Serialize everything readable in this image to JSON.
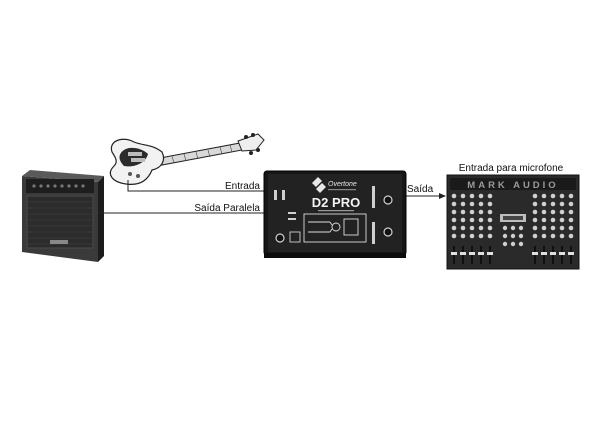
{
  "labels": {
    "input": "Entrada",
    "parallel_out": "Saída Paralela",
    "output": "Saída",
    "mic_input": "Entrada para microfone"
  },
  "di_box": {
    "brand": "Overtone",
    "model": "D2 PRO"
  },
  "mixer": {
    "brand": "MARK AUDIO"
  }
}
